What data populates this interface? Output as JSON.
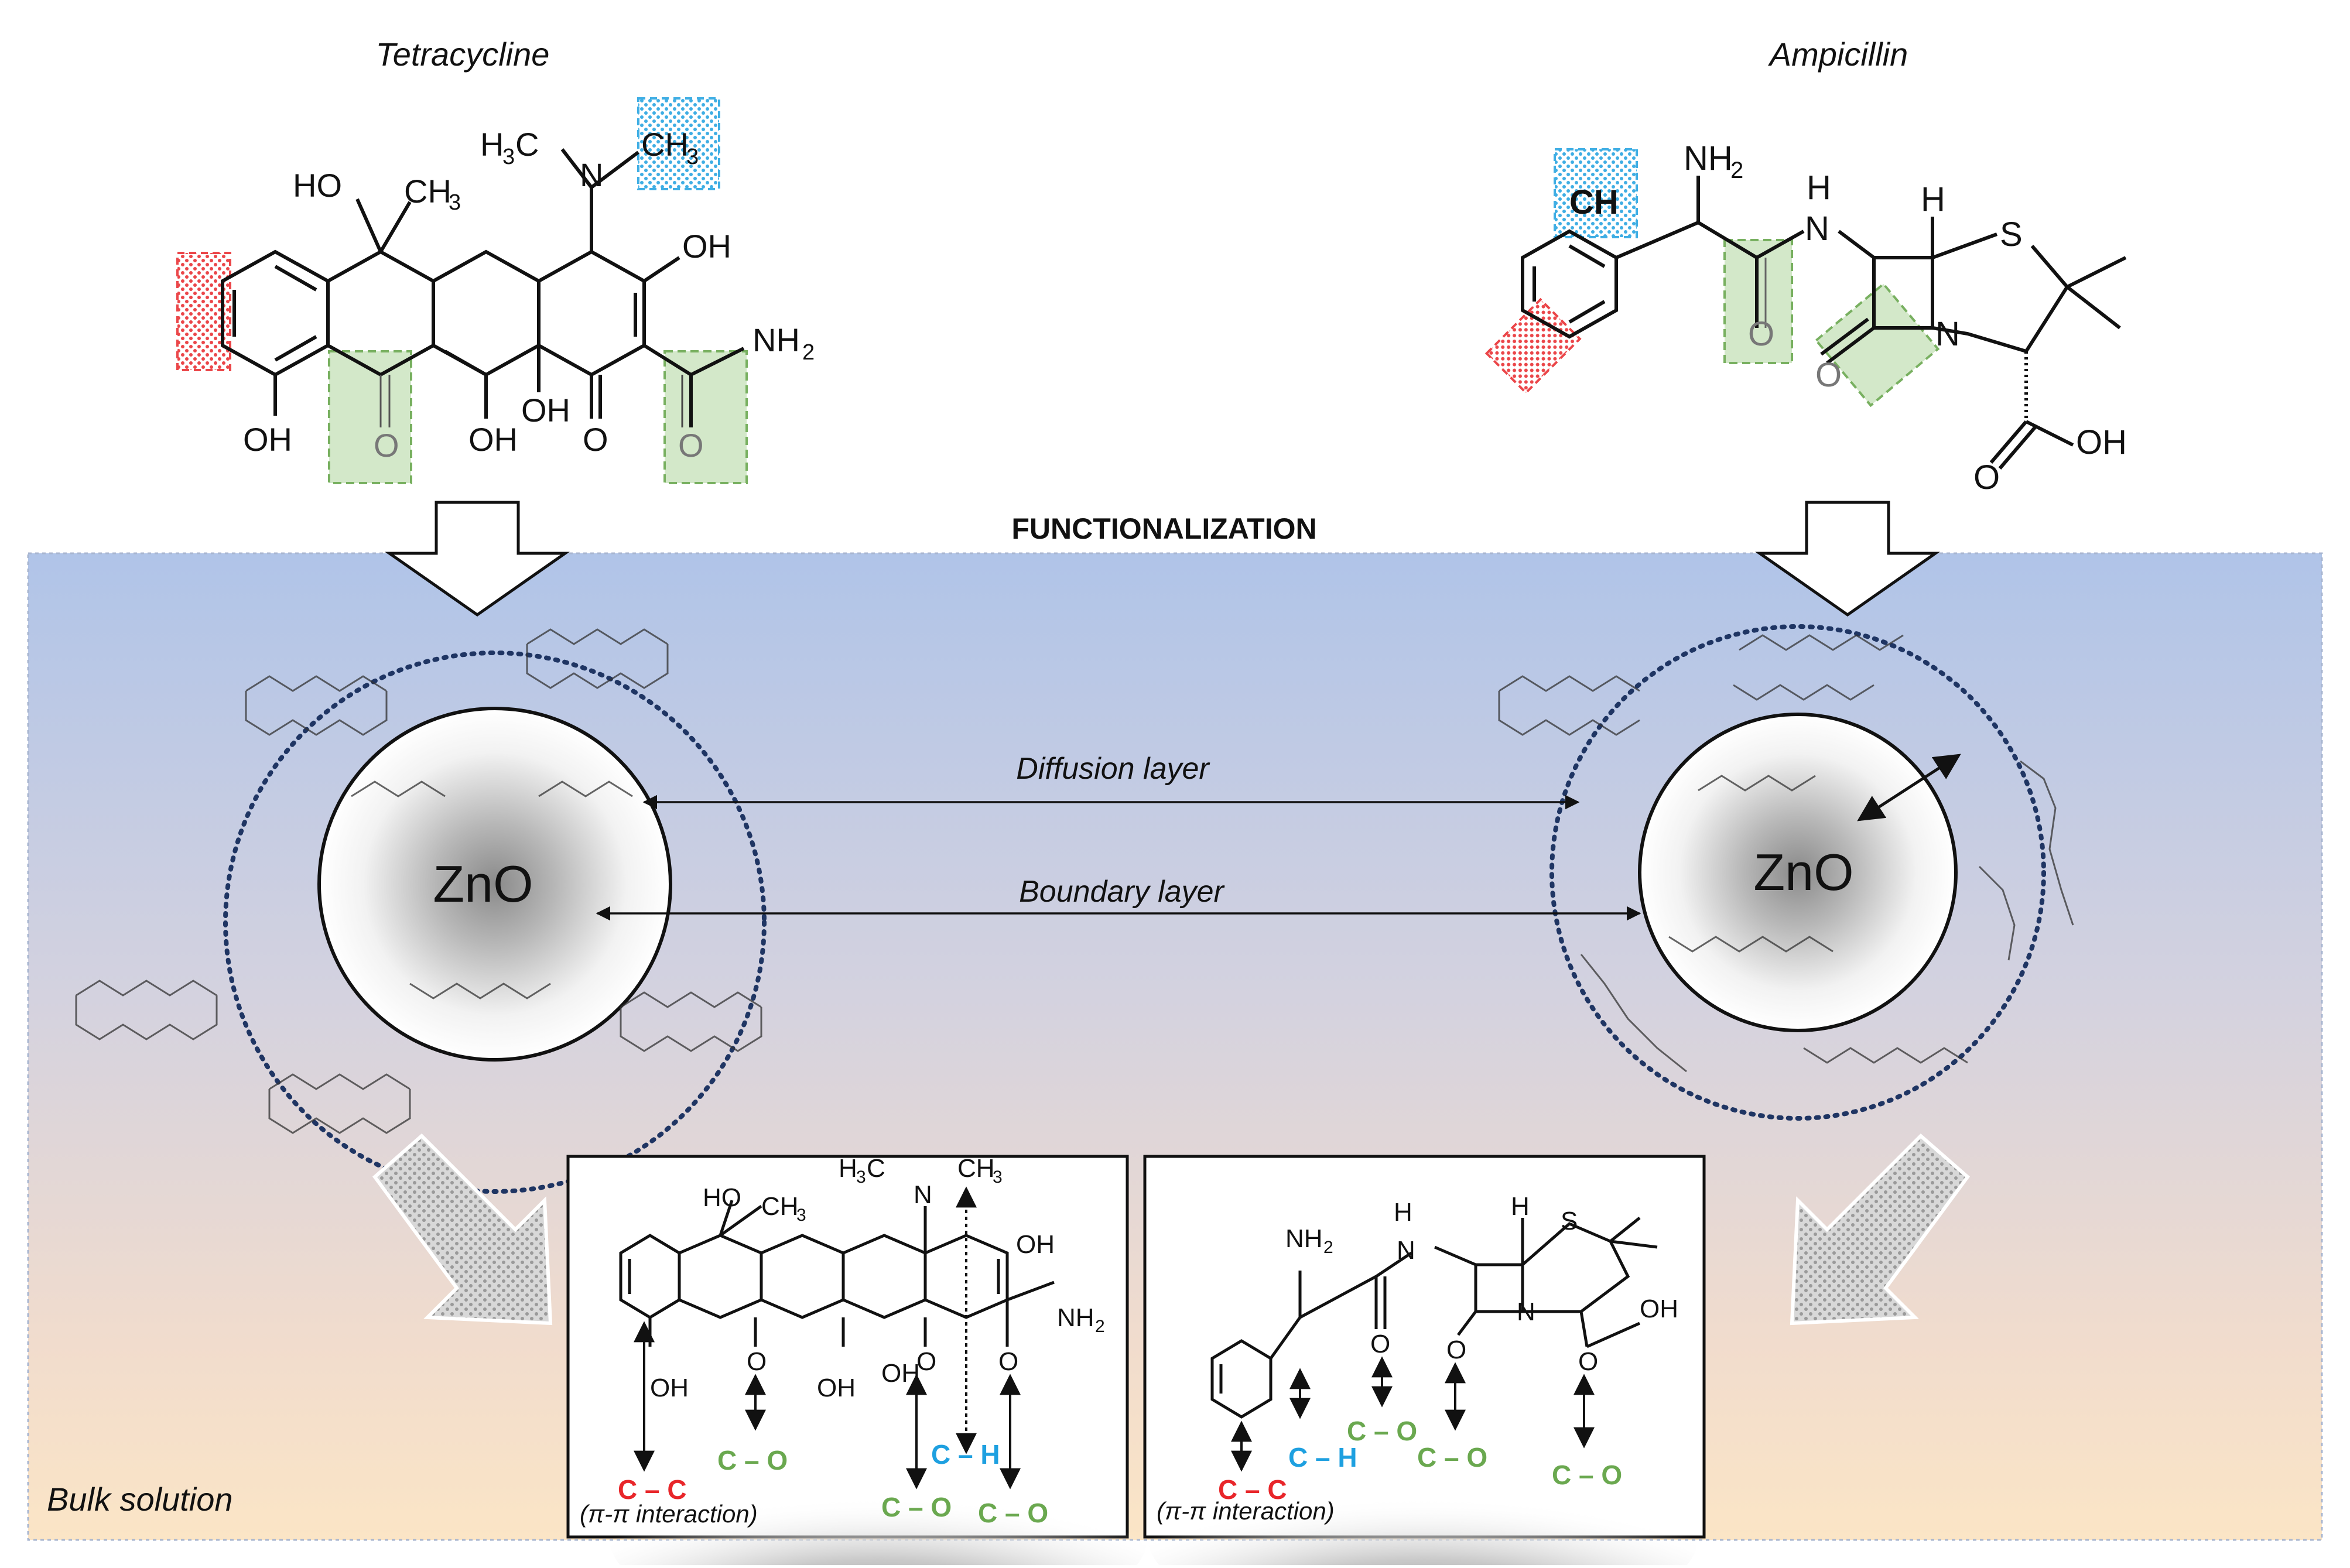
{
  "top": {
    "tetracycline_title": "Tetracycline",
    "ampicillin_title": "Ampicillin",
    "functionalization_label": "FUNCTIONALIZATION"
  },
  "tetracycline_labels": {
    "ho": "HO",
    "ch3": "CH",
    "ch3_sub": "3",
    "h3c": "H",
    "h3c_sub": "3",
    "h3c_c": "C",
    "n": "N",
    "ch3_right": "CH",
    "ch3_right_sub": "3",
    "oh_right": "OH",
    "nh2": "NH",
    "nh2_sub": "2",
    "oh_bottom_left": "OH",
    "oh_bottom_mid": "OH",
    "oh_center": "OH",
    "o_bottom": "O",
    "o_green_1": "O",
    "o_green_2": "O"
  },
  "ampicillin_labels": {
    "nh2": "NH",
    "nh2_sub": "2",
    "h_top": "H",
    "n_left": "N",
    "h_ring": "H",
    "s": "S",
    "ch": "CH",
    "o_amide": "O",
    "o_lactam": "O",
    "n_ring": "N",
    "oh": "OH",
    "o_acid": "O"
  },
  "middle": {
    "zno_left": "ZnO",
    "zno_right": "ZnO",
    "diffusion_label": "Diffusion  layer",
    "boundary_label": "Boundary  layer",
    "bulk_label": "Bulk solution"
  },
  "inset_left": {
    "ho": "HO",
    "ch3": "CH",
    "ch3_sub": "3",
    "h3c": "H",
    "h3c_sub": "3",
    "h3c_c": "C",
    "n": "N",
    "ch3_r": "CH",
    "ch3_r_sub": "3",
    "oh_r": "OH",
    "nh2": "NH",
    "nh2_sub": "2",
    "oh_1": "OH",
    "oh_2": "OH",
    "oh_3": "OH",
    "o_1": "O",
    "o_2": "O",
    "o_3": "O",
    "cc": "C – C",
    "co_1": "C – O",
    "ch": "C – H",
    "co_2": "C – O",
    "co_3": "C – O",
    "pi_label": "(π-π interaction)"
  },
  "inset_right": {
    "nh2": "NH",
    "nh2_sub": "2",
    "h_n": "H",
    "n": "N",
    "h_ring": "H",
    "s": "S",
    "n_ring": "N",
    "oh": "OH",
    "o_1": "O",
    "o_2": "O",
    "o_3": "O",
    "cc": "C – C",
    "ch": "C – H",
    "co_1": "C – O",
    "co_2": "C – O",
    "co_3": "C – O",
    "pi_label": "(π-π interaction)"
  },
  "colors": {
    "red": "#e8262a",
    "blue": "#1ea0e0",
    "green": "#6aa84f",
    "bg_top": "#b2c5e6",
    "bg_bottom": "#fae3c6",
    "dotted_circle": "#1f3563"
  }
}
